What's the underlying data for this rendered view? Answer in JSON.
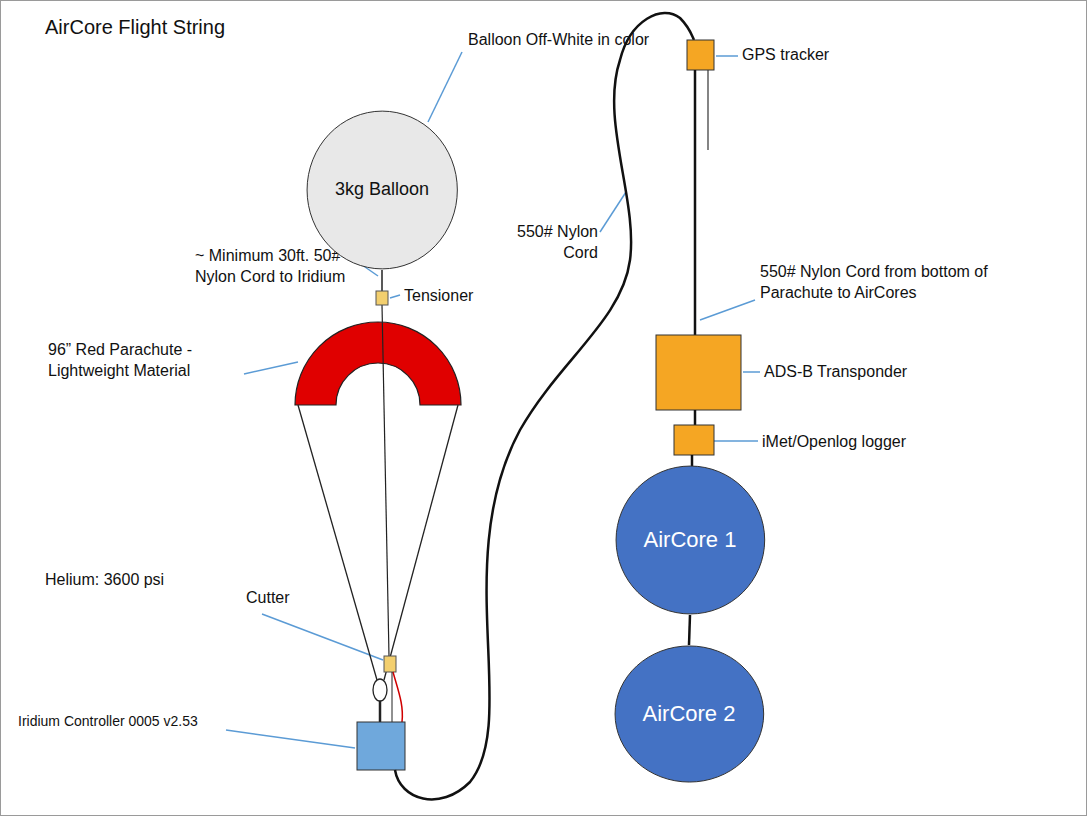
{
  "diagram": {
    "title": "AirCore Flight String",
    "nodes": [
      {
        "text": [
          "3kg Balloon"
        ]
      },
      {
        "text": [
          "AirCore 1"
        ]
      },
      {
        "text": [
          "AirCore 2"
        ]
      }
    ],
    "edges": [
      {
        "from": 1,
        "to": 2,
        "arrow": "none"
      }
    ],
    "labels": [
      "Balloon Off-White in color",
      "~ Minimum 30ft. 50# Nylon Cord to Iridium",
      "Tensioner",
      "96” Red Parachute - Lightweight Material",
      "Helium: 3600 psi",
      "Cutter",
      "Iridium Controller 0005 v2.53",
      "550# Nylon Cord",
      "GPS tracker",
      "550# Nylon Cord from bottom of Parachute to AirCores",
      "ADS-B Transponder",
      "iMet/Openlog logger"
    ]
  }
}
